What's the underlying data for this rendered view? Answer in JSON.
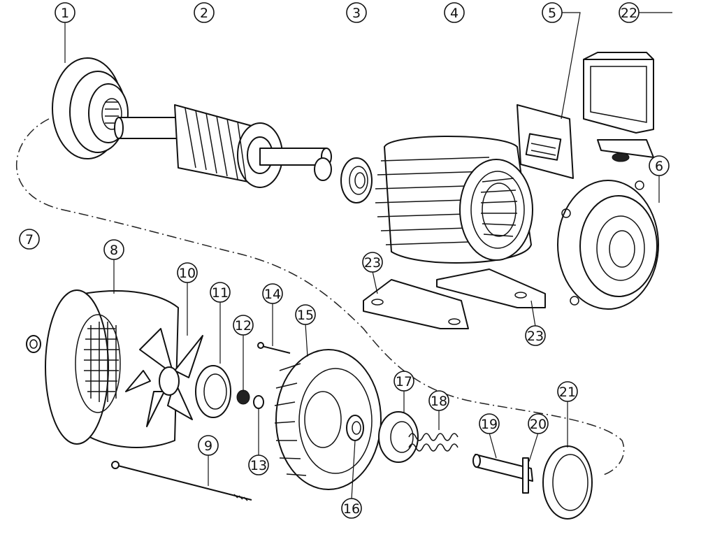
{
  "callouts": [
    {
      "id": "1",
      "label": "1"
    },
    {
      "id": "2",
      "label": "2"
    },
    {
      "id": "3",
      "label": "3"
    },
    {
      "id": "4",
      "label": "4"
    },
    {
      "id": "5",
      "label": "5"
    },
    {
      "id": "22a",
      "label": "22"
    },
    {
      "id": "6",
      "label": "6"
    },
    {
      "id": "7",
      "label": "7"
    },
    {
      "id": "8",
      "label": "8"
    },
    {
      "id": "10",
      "label": "10"
    },
    {
      "id": "11",
      "label": "11"
    },
    {
      "id": "14",
      "label": "14"
    },
    {
      "id": "12",
      "label": "12"
    },
    {
      "id": "15",
      "label": "15"
    },
    {
      "id": "23a",
      "label": "23"
    },
    {
      "id": "23b",
      "label": "23"
    },
    {
      "id": "17",
      "label": "17"
    },
    {
      "id": "18",
      "label": "18"
    },
    {
      "id": "19",
      "label": "19"
    },
    {
      "id": "20",
      "label": "20"
    },
    {
      "id": "21",
      "label": "21"
    },
    {
      "id": "9",
      "label": "9"
    },
    {
      "id": "13",
      "label": "13"
    },
    {
      "id": "16",
      "label": "16"
    }
  ]
}
